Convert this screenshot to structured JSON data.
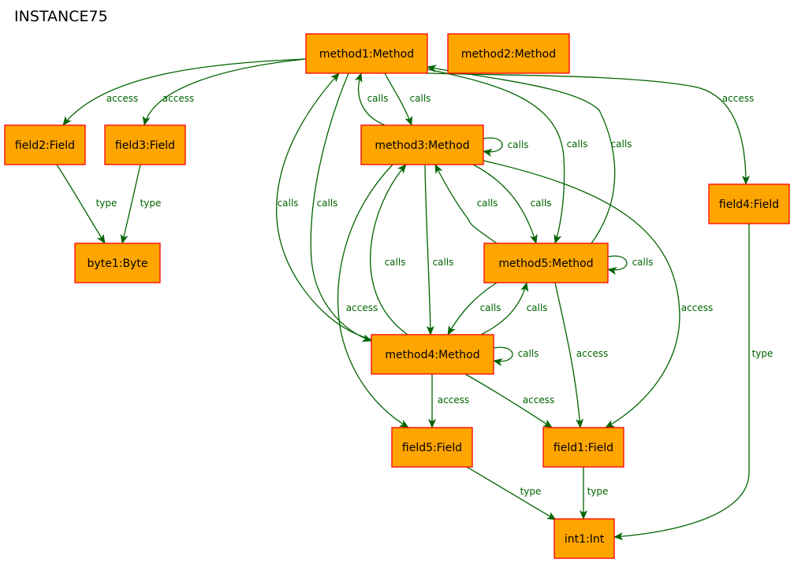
{
  "title": "INSTANCE75",
  "colors": {
    "node_fill": "#ffa500",
    "node_border": "#ff0000",
    "edge": "#006400",
    "text": "#000000"
  },
  "nodes": [
    {
      "id": "method1",
      "label": "method1:Method"
    },
    {
      "id": "method2",
      "label": "method2:Method"
    },
    {
      "id": "field2",
      "label": "field2:Field"
    },
    {
      "id": "field3",
      "label": "field3:Field"
    },
    {
      "id": "method3",
      "label": "method3:Method"
    },
    {
      "id": "field4",
      "label": "field4:Field"
    },
    {
      "id": "byte1",
      "label": "byte1:Byte"
    },
    {
      "id": "method5",
      "label": "method5:Method"
    },
    {
      "id": "method4",
      "label": "method4:Method"
    },
    {
      "id": "field5",
      "label": "field5:Field"
    },
    {
      "id": "field1",
      "label": "field1:Field"
    },
    {
      "id": "int1",
      "label": "int1:Int"
    }
  ],
  "edges": [
    {
      "from": "method1",
      "to": "field2",
      "label": "access"
    },
    {
      "from": "method1",
      "to": "field3",
      "label": "access"
    },
    {
      "from": "method1",
      "to": "field4",
      "label": "access"
    },
    {
      "from": "method1",
      "to": "method3",
      "label": "calls"
    },
    {
      "from": "method3",
      "to": "method1",
      "label": "calls"
    },
    {
      "from": "method3",
      "to": "method3",
      "label": "calls"
    },
    {
      "from": "method1",
      "to": "method5",
      "label": "calls"
    },
    {
      "from": "method5",
      "to": "method1",
      "label": "calls"
    },
    {
      "from": "method4",
      "to": "method1",
      "label": "calls"
    },
    {
      "from": "method1",
      "to": "method4",
      "label": "calls"
    },
    {
      "from": "method3",
      "to": "method5",
      "label": "calls"
    },
    {
      "from": "method5",
      "to": "method3",
      "label": "calls"
    },
    {
      "from": "method4",
      "to": "method3",
      "label": "calls"
    },
    {
      "from": "method3",
      "to": "method4",
      "label": "calls"
    },
    {
      "from": "method5",
      "to": "method5",
      "label": "calls"
    },
    {
      "from": "method5",
      "to": "method4",
      "label": "calls"
    },
    {
      "from": "method4",
      "to": "method5",
      "label": "calls"
    },
    {
      "from": "method4",
      "to": "method4",
      "label": "calls"
    },
    {
      "from": "method3",
      "to": "field5",
      "label": "access"
    },
    {
      "from": "method3",
      "to": "field1",
      "label": "access"
    },
    {
      "from": "method5",
      "to": "field1",
      "label": "access"
    },
    {
      "from": "method4",
      "to": "field5",
      "label": "access"
    },
    {
      "from": "method4",
      "to": "field1",
      "label": "access"
    },
    {
      "from": "field2",
      "to": "byte1",
      "label": "type"
    },
    {
      "from": "field3",
      "to": "byte1",
      "label": "type"
    },
    {
      "from": "field4",
      "to": "int1",
      "label": "type"
    },
    {
      "from": "field5",
      "to": "int1",
      "label": "type"
    },
    {
      "from": "field1",
      "to": "int1",
      "label": "type"
    }
  ]
}
